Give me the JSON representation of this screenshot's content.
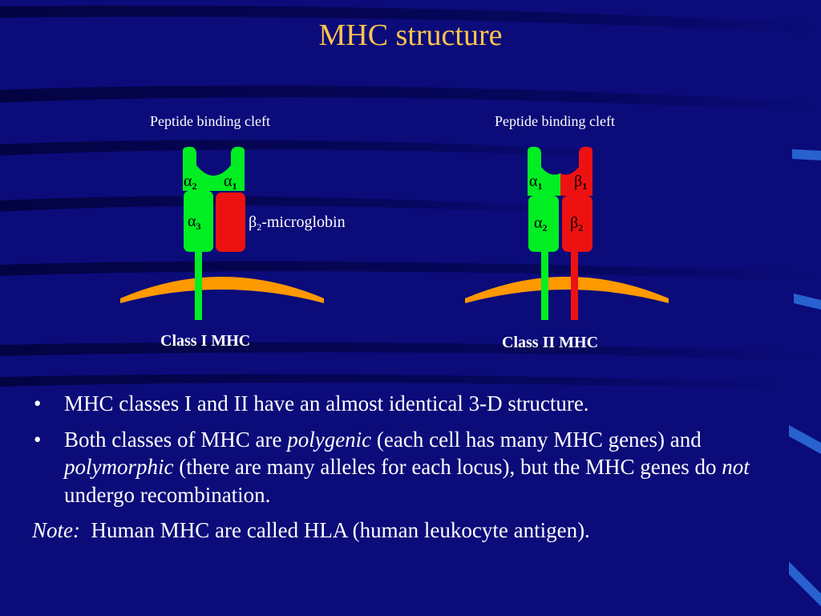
{
  "slide": {
    "title": "MHC structure"
  },
  "diagram": {
    "class1": {
      "cleft_label": "Peptide binding cleft",
      "class_label": "Class I MHC",
      "domains": {
        "alpha2": {
          "symbol": "α",
          "sub": "2"
        },
        "alpha1": {
          "symbol": "α",
          "sub": "1"
        },
        "alpha3": {
          "symbol": "α",
          "sub": "3"
        }
      },
      "b2m": {
        "symbol": "β",
        "sub": "2",
        "suffix": "-microglobin"
      }
    },
    "class2": {
      "cleft_label": "Peptide binding cleft",
      "class_label": "Class II MHC",
      "domains": {
        "alpha1": {
          "symbol": "α",
          "sub": "1"
        },
        "beta1": {
          "symbol": "β",
          "sub": "1"
        },
        "alpha2": {
          "symbol": "α",
          "sub": "2"
        },
        "beta2": {
          "symbol": "β",
          "sub": "2"
        }
      }
    },
    "colors": {
      "alpha_chain": "#00ee22",
      "beta_chain": "#ee1111",
      "membrane": "#ff9900",
      "title": "#ffc44d",
      "background": "#0b0b7a"
    }
  },
  "bullets": {
    "b1": "MHC classes I and II have an almost identical 3-D structure.",
    "b2": {
      "p1": "Both classes of MHC are ",
      "e1": "polygenic",
      "p2": " (each cell has many MHC genes) and ",
      "e2": "polymorphic",
      "p3": " (there are many alleles for each locus), but the MHC genes do ",
      "e3": "not",
      "p4": " undergo recombination."
    },
    "note": {
      "label": "Note:",
      "text": "  Human MHC are called HLA (human leukocyte antigen)."
    }
  }
}
